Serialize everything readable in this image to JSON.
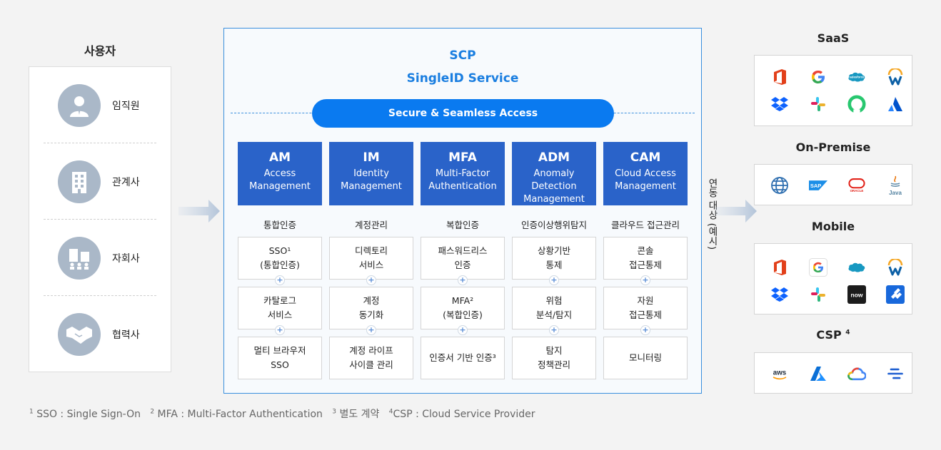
{
  "users": {
    "title": "사용자",
    "items": [
      {
        "label": "임직원",
        "icon": "person-icon"
      },
      {
        "label": "관계사",
        "icon": "building-icon"
      },
      {
        "label": "자회사",
        "icon": "company-group-icon"
      },
      {
        "label": "협력사",
        "icon": "handshake-icon"
      }
    ]
  },
  "scp": {
    "title_line1": "SCP",
    "title_line2": "SingleID Service",
    "access_label": "Secure & Seamless Access"
  },
  "modules": [
    {
      "abbr": "AM",
      "full": "Access\nManagement",
      "sub": "통합인증",
      "cells": [
        "SSO¹\n(통합인증)",
        "카탈로그\n서비스",
        "멀티 브라우저\nSSO"
      ]
    },
    {
      "abbr": "IM",
      "full": "Identity\nManagement",
      "sub": "계정관리",
      "cells": [
        "디렉토리\n서비스",
        "계정\n동기화",
        "계정 라이프\n사이클 관리"
      ]
    },
    {
      "abbr": "MFA",
      "full": "Multi-Factor\nAuthentication",
      "sub": "복합인증",
      "cells": [
        "패스워드리스\n인증",
        "MFA²\n(복합인증)",
        "인증서 기반 인증³"
      ]
    },
    {
      "abbr": "ADM",
      "full": "Anomaly Detection\nManagement",
      "sub": "인증이상행위탐지",
      "cells": [
        "상황기반\n통제",
        "위험\n분석/탐지",
        "탐지\n정책관리"
      ]
    },
    {
      "abbr": "CAM",
      "full": "Cloud Access\nManagement",
      "sub": "클라우드 접근관리",
      "cells": [
        "콘솔\n접근통제",
        "자원\n접근통제",
        "모니터링"
      ]
    }
  ],
  "integration_label": "연동 대상 (예시)",
  "targets": {
    "saas": {
      "title": "SaaS",
      "logos": [
        "office-icon",
        "google-icon",
        "salesforce-icon",
        "workday-icon",
        "dropbox-icon",
        "slack-icon",
        "ring-icon",
        "atlassian-icon"
      ],
      "logo_texts": {
        "salesforce": "salesforce"
      }
    },
    "onprem": {
      "title": "On-Premise",
      "logos": [
        "globe-icon",
        "sap-icon",
        "oracle-icon",
        "java-icon"
      ],
      "logo_texts": {
        "sap": "SAP",
        "oracle": "ORACLE",
        "java": "Java"
      }
    },
    "mobile": {
      "title": "Mobile",
      "logos": [
        "office-icon",
        "google-icon",
        "salesforce-icon",
        "workday-icon",
        "dropbox-icon",
        "slack-icon",
        "servicenow-icon",
        "jira-icon"
      ],
      "logo_texts": {
        "servicenow": "now"
      }
    },
    "csp": {
      "title": "CSP",
      "title_sup": "4",
      "logos": [
        "aws-icon",
        "azure-icon",
        "google-cloud-icon",
        "datadog-icon"
      ],
      "logo_texts": {
        "aws": "aws"
      }
    }
  },
  "footnote": {
    "n1": "SSO : Single Sign-On",
    "n2": "MFA : Multi-Factor Authentication",
    "n3": "별도 계약",
    "n4": "CSP : Cloud Service Provider"
  },
  "colors": {
    "accent": "#1a7ee0",
    "module_head": "#2a63c9",
    "pill": "#0a7af0",
    "avatar": "#aab8c8"
  }
}
